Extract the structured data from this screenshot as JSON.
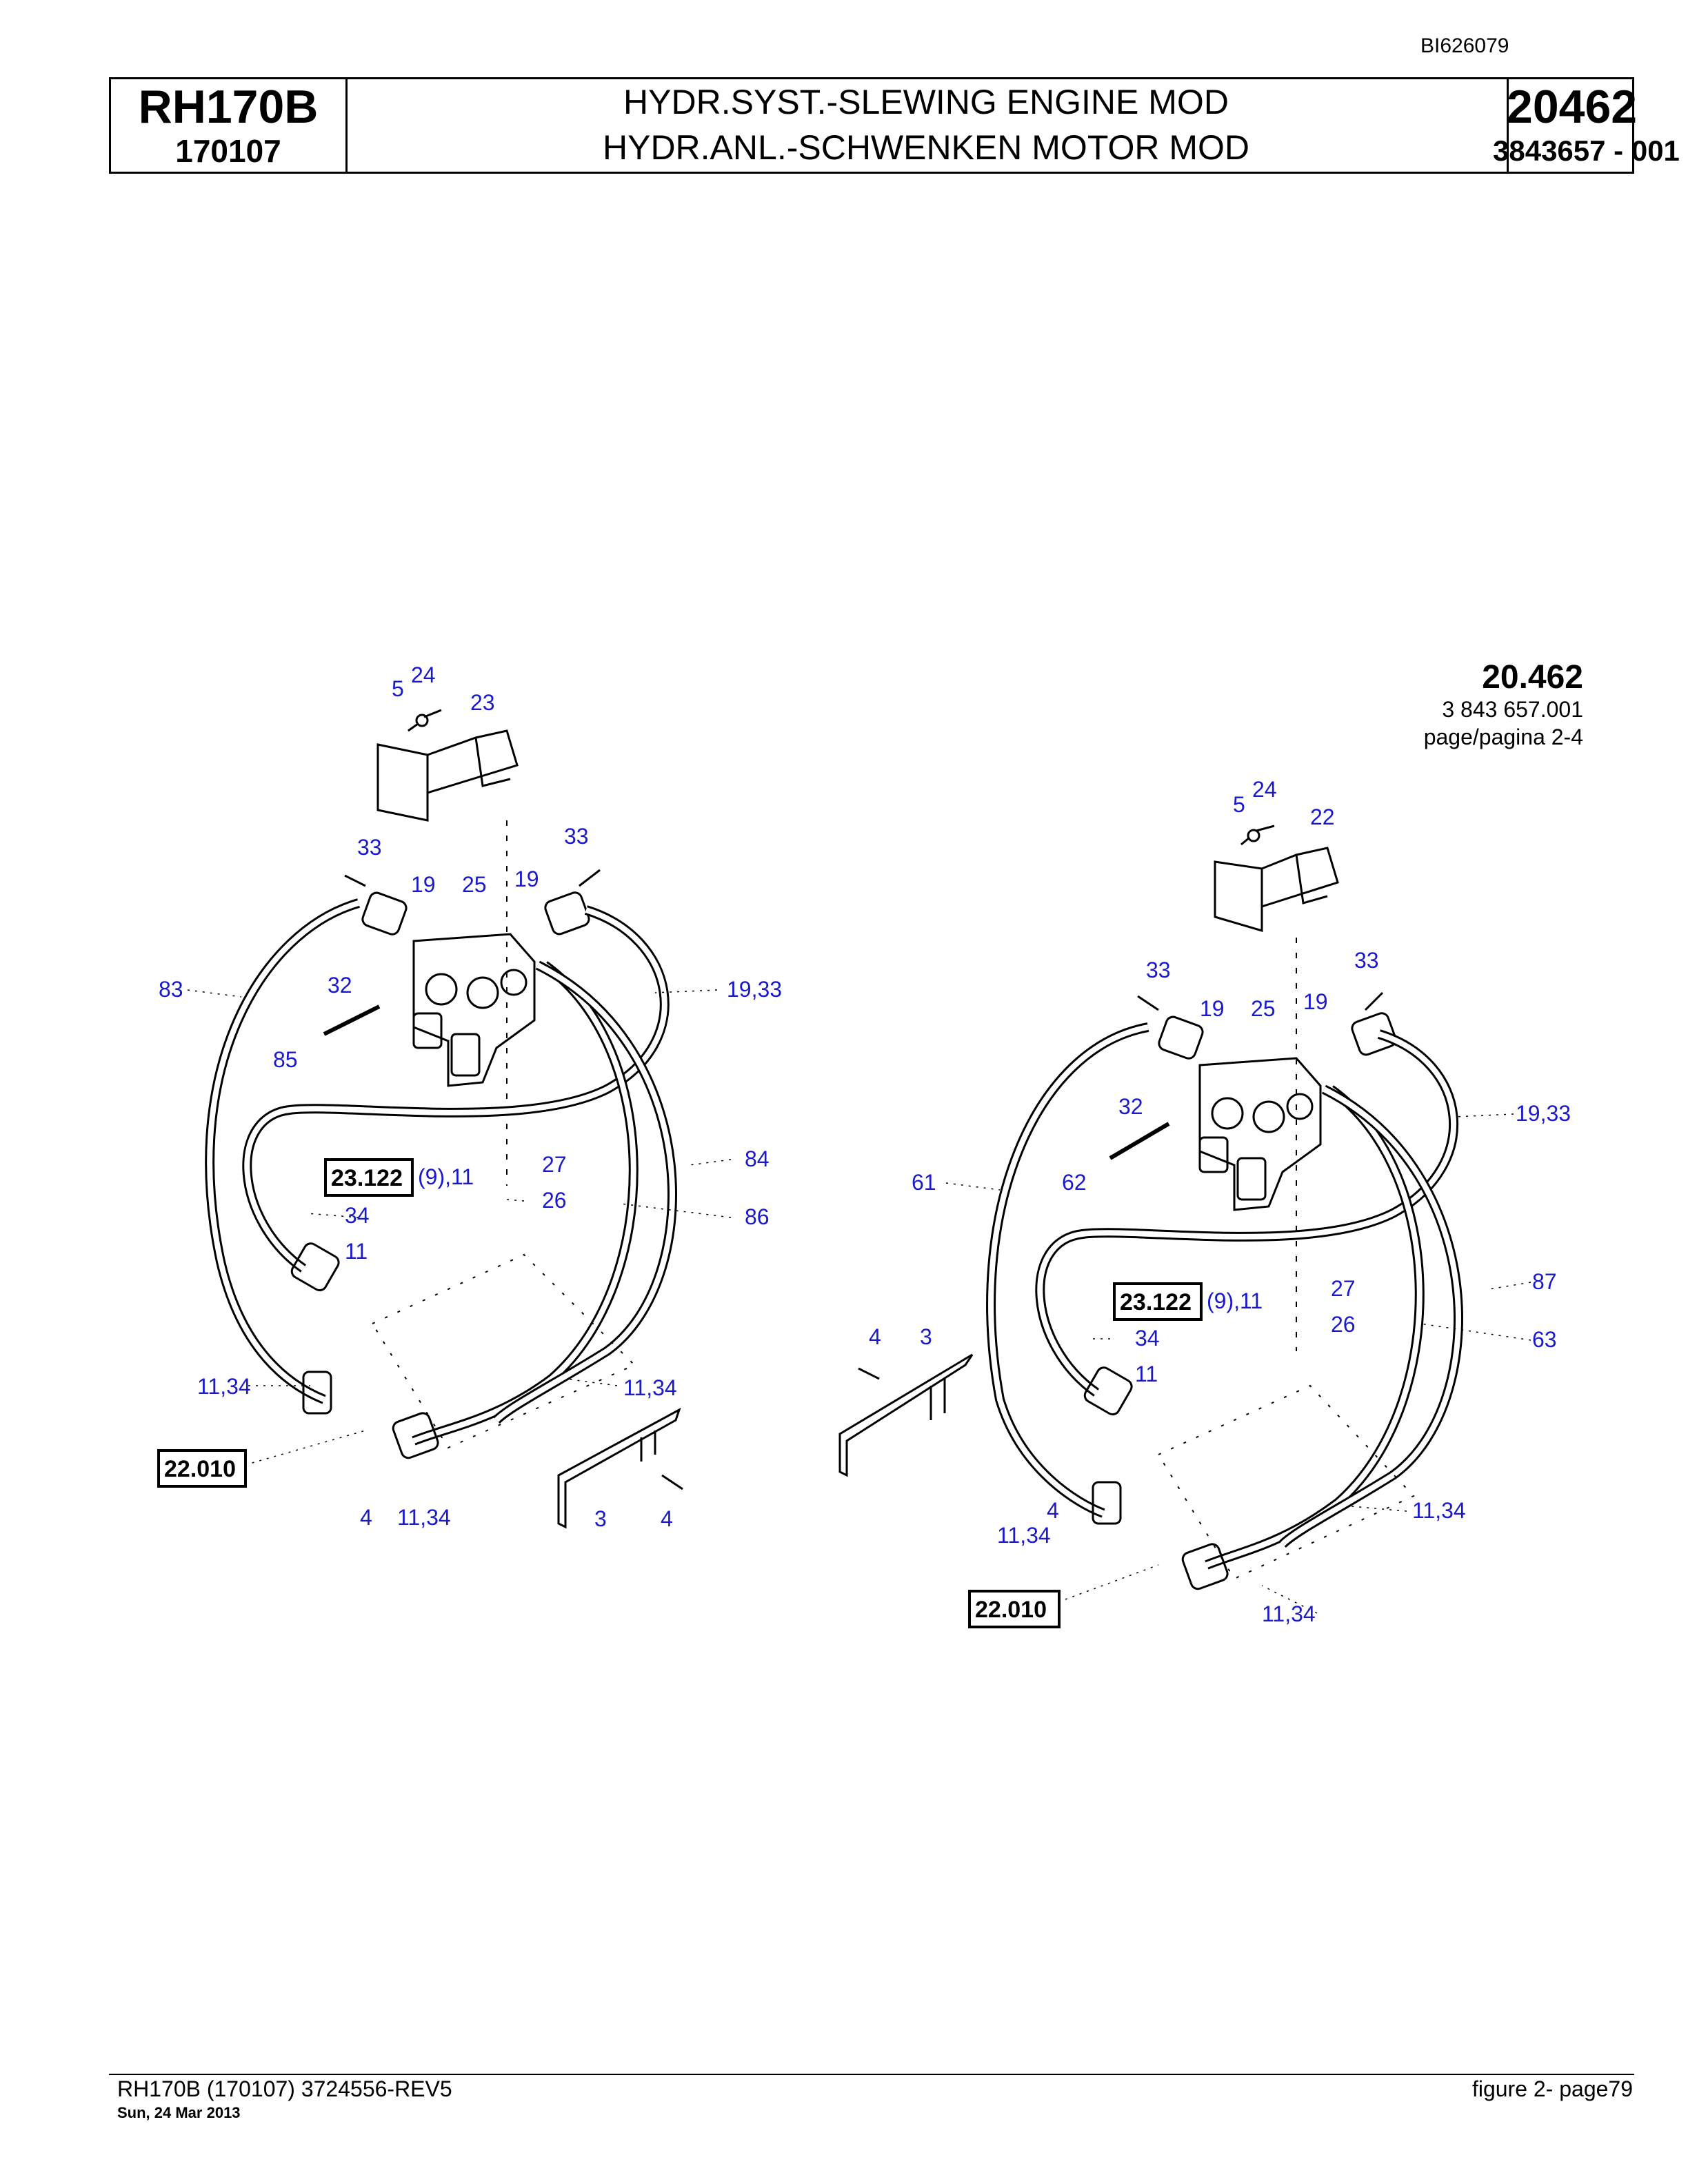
{
  "doc_id": "BI626079",
  "header": {
    "model": "RH170B",
    "serial": "170107",
    "title_en": "HYDR.SYST.-SLEWING ENGINE MOD",
    "title_de": "HYDR.ANL.-SCHWENKEN MOTOR MOD",
    "part_number": "20462",
    "doc_number": "3843657  - 001"
  },
  "stamp": {
    "number": "20.462",
    "code": "3 843 657.001",
    "page": "page/pagina 2-4"
  },
  "left_callouts": {
    "c5": "5",
    "c24": "24",
    "c23": "23",
    "c33a": "33",
    "c33b": "33",
    "c19a": "19",
    "c25": "25",
    "c19b": "19",
    "c83": "83",
    "c32": "32",
    "c1933": "19,33",
    "c85": "85",
    "c84": "84",
    "c27": "27",
    "c26": "26",
    "c86": "86",
    "ref_23122": "23.122",
    "c9_11": "(9),11",
    "c34": "34",
    "c11": "11",
    "c1134a": "11,34",
    "c1134b": "11,34",
    "ref_22010": "22.010",
    "c4a": "4",
    "c1134c": "11,34",
    "c3": "3",
    "c4b": "4"
  },
  "right_callouts": {
    "c5": "5",
    "c24": "24",
    "c22": "22",
    "c33a": "33",
    "c33b": "33",
    "c19a": "19",
    "c25": "25",
    "c19b": "19",
    "c32": "32",
    "c1933": "19,33",
    "c61": "61",
    "c62": "62",
    "ref_23122": "23.122",
    "c9_11": "(9),11",
    "c27": "27",
    "c87": "87",
    "c26": "26",
    "c63": "63",
    "c4a": "4",
    "c3": "3",
    "c34": "34",
    "c11": "11",
    "c4b": "4",
    "c1134a": "11,34",
    "c1134b": "11,34",
    "ref_22010": "22.010",
    "c1134c": "11,34"
  },
  "footer": {
    "left": "RH170B (170107) 3724556-REV5",
    "date": "Sun, 24 Mar 2013",
    "right": "figure  2- page79"
  }
}
